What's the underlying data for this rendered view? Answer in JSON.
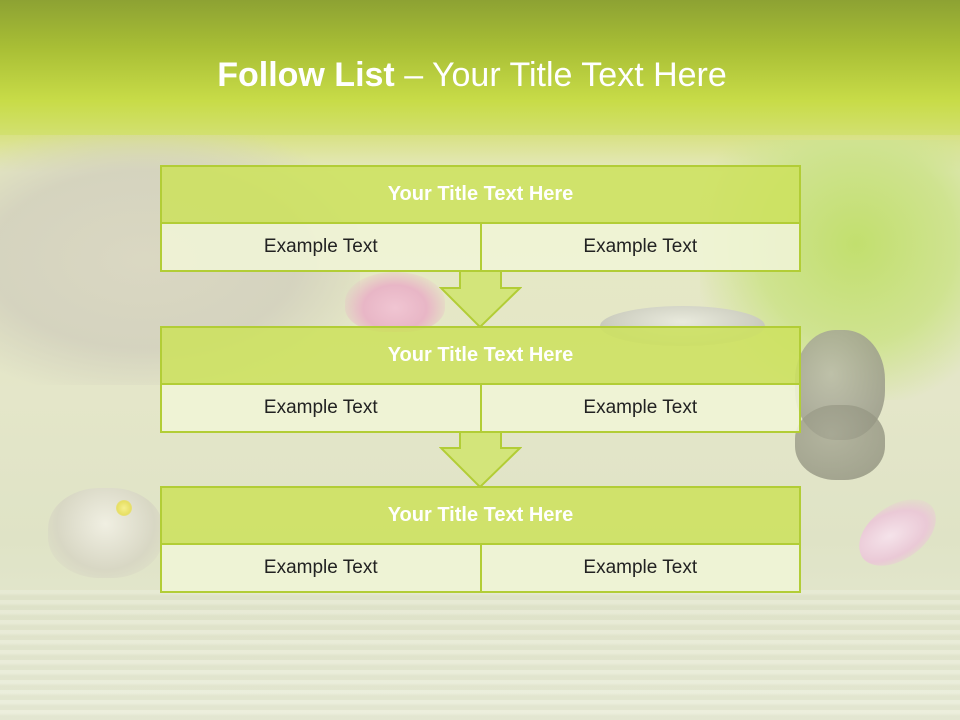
{
  "slide": {
    "title_bold": "Follow List",
    "title_rest": " – Your Title Text Here"
  },
  "blocks": [
    {
      "header": "Your Title Text Here",
      "cells": [
        "Example Text",
        "Example Text"
      ]
    },
    {
      "header": "Your Title Text Here",
      "cells": [
        "Example Text",
        "Example Text"
      ]
    },
    {
      "header": "Your Title Text Here",
      "cells": [
        "Example Text",
        "Example Text"
      ]
    }
  ],
  "colors": {
    "accent": "#b2cd36",
    "header_fill": "#cde15f",
    "cell_fill": "#eff4d6",
    "arrow_fill": "#d3e57a"
  },
  "icons": [
    "down-arrow-icon",
    "down-arrow-icon"
  ]
}
